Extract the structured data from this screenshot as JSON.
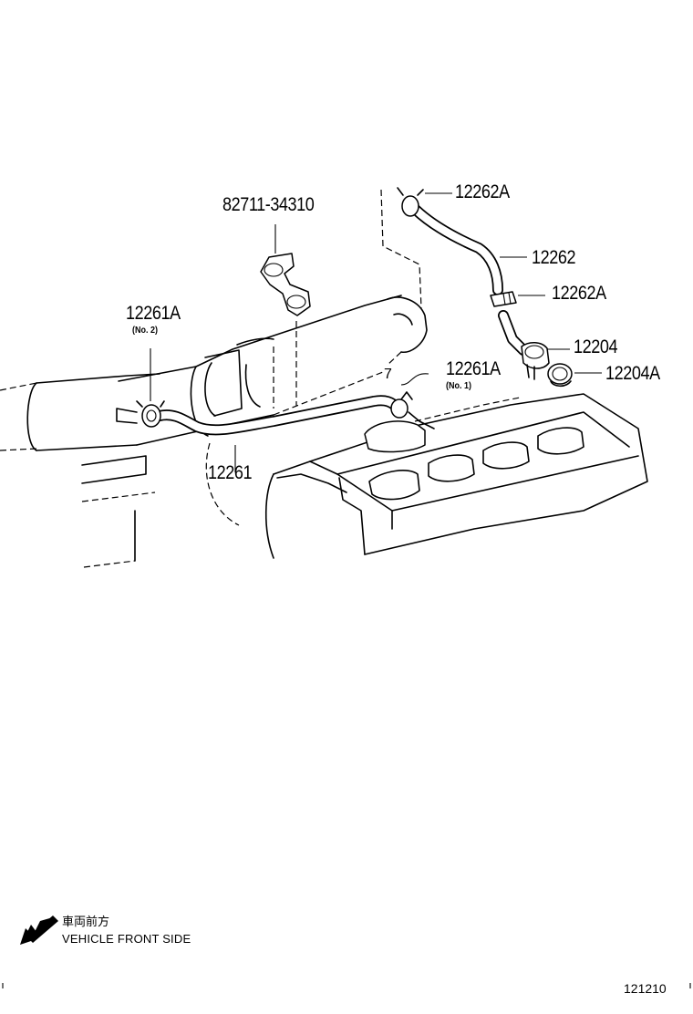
{
  "callouts": {
    "p82711": "82711-34310",
    "p12262a_top": "12262A",
    "p12262": "12262",
    "p12262a_mid": "12262A",
    "p12204": "12204",
    "p12204a": "12204A",
    "p12261a_no2": "12261A",
    "no2": "(No. 2)",
    "p12261a_no1": "12261A",
    "no1": "(No. 1)",
    "p12261": "12261",
    "seven": "7"
  },
  "legend": {
    "jp_label": "車両前方",
    "en_label": "VEHICLE FRONT SIDE",
    "arrow_icon": "front-direction-arrow"
  },
  "diagram_id": "121210"
}
